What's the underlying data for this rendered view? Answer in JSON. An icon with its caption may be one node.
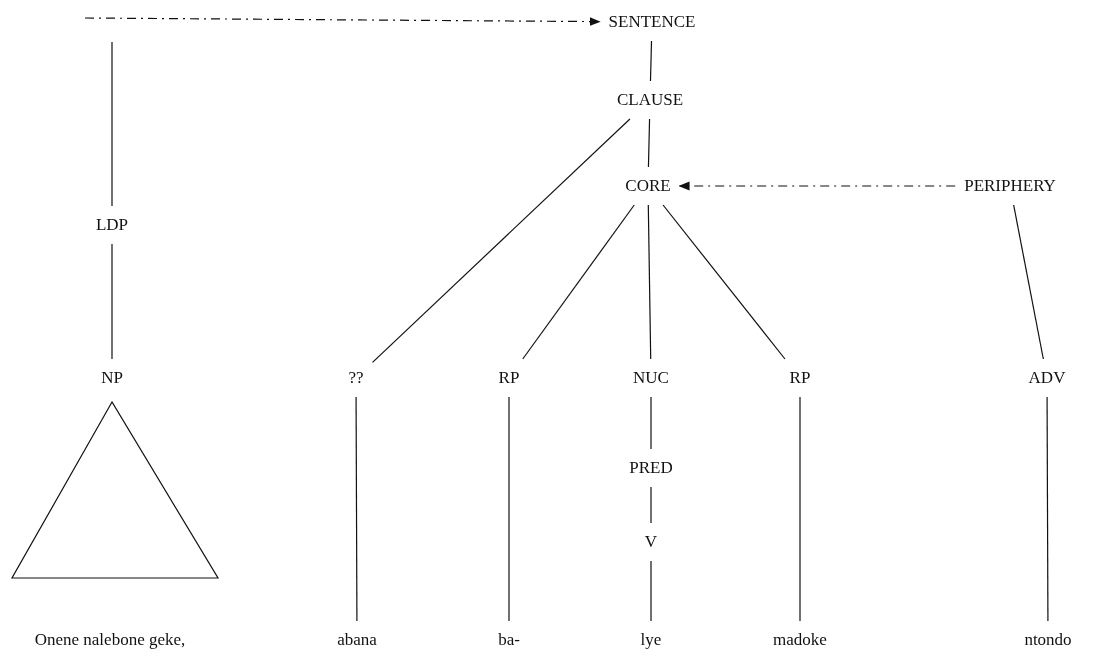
{
  "diagram": {
    "nodes": [
      {
        "text": [
          "SENTENCE"
        ]
      },
      {
        "text": [
          "CLAUSE"
        ]
      },
      {
        "text": [
          "CORE"
        ]
      },
      {
        "text": [
          "PERIPHERY"
        ]
      },
      {
        "text": [
          "LDP"
        ]
      },
      {
        "text": [
          "NP"
        ]
      },
      {
        "text": [
          "??"
        ]
      },
      {
        "text": [
          "RP"
        ]
      },
      {
        "text": [
          "NUC"
        ]
      },
      {
        "text": [
          "RP"
        ]
      },
      {
        "text": [
          "ADV"
        ]
      },
      {
        "text": [
          "PRED"
        ]
      },
      {
        "text": [
          "V"
        ]
      },
      {
        "text": [
          "Onene nalebone geke,"
        ]
      },
      {
        "text": [
          "abana"
        ]
      },
      {
        "text": [
          "ba-"
        ]
      },
      {
        "text": [
          "lye"
        ]
      },
      {
        "text": [
          "madoke"
        ]
      },
      {
        "text": [
          "ntondo"
        ]
      }
    ],
    "edges": [
      {
        "from": 0,
        "to": 1,
        "arrow": "none"
      },
      {
        "from": 1,
        "to": 2,
        "arrow": "none"
      },
      {
        "from": 1,
        "to": 6,
        "arrow": "none"
      },
      {
        "from": 3,
        "to": 2,
        "arrow": "to",
        "style": "dashed"
      },
      {
        "from": 2,
        "to": 7,
        "arrow": "none"
      },
      {
        "from": 2,
        "to": 8,
        "arrow": "none"
      },
      {
        "from": 2,
        "to": 9,
        "arrow": "none"
      },
      {
        "from": 4,
        "to": 5,
        "arrow": "none"
      },
      {
        "from": 3,
        "to": 10,
        "arrow": "none"
      },
      {
        "from": 8,
        "to": 11,
        "arrow": "none"
      },
      {
        "from": 11,
        "to": 12,
        "arrow": "none"
      },
      {
        "from": 6,
        "to": 14,
        "arrow": "none"
      },
      {
        "from": 7,
        "to": 15,
        "arrow": "none"
      },
      {
        "from": 12,
        "to": 16,
        "arrow": "none"
      },
      {
        "from": 9,
        "to": 17,
        "arrow": "none"
      },
      {
        "from": 10,
        "to": 18,
        "arrow": "none"
      },
      {
        "from": 4,
        "to": null,
        "arrow": "none"
      },
      {
        "from": null,
        "to": 0,
        "arrow": "to",
        "style": "dashed"
      }
    ]
  }
}
